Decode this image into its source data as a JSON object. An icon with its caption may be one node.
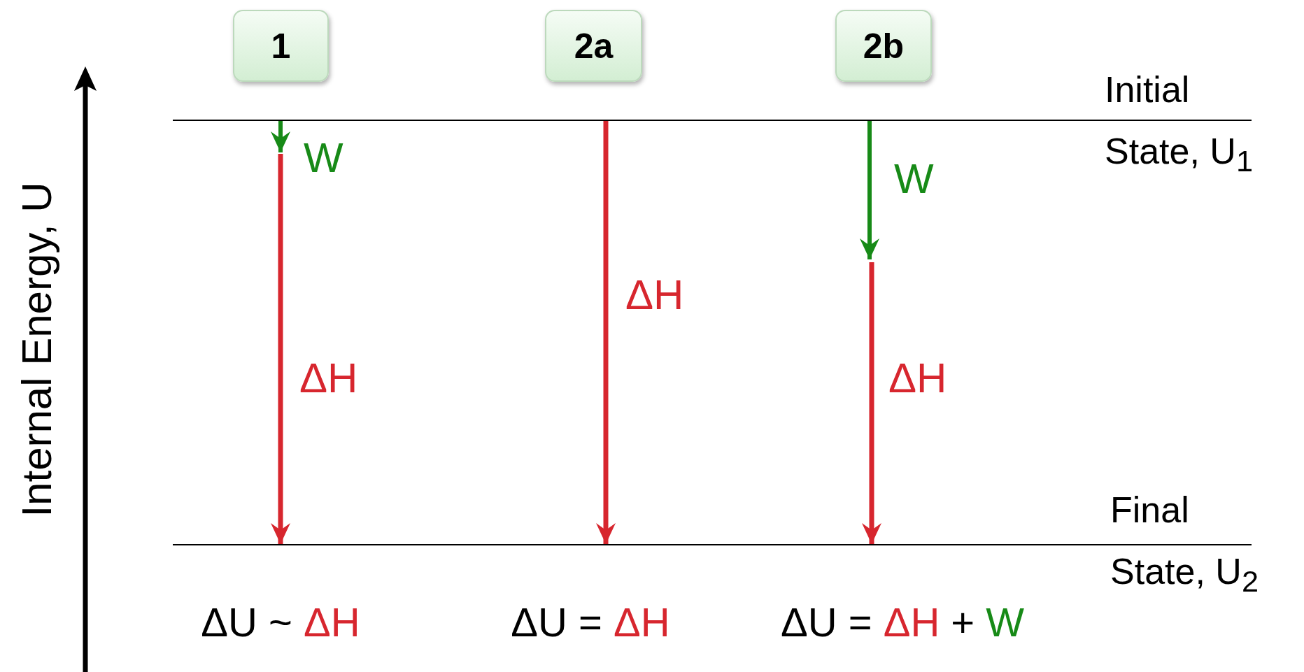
{
  "diagram": {
    "nodes": [
      {
        "text": [
          "1"
        ]
      },
      {
        "text": [
          "2a"
        ]
      },
      {
        "text": [
          "2b"
        ]
      },
      {
        "text": [],
        "shape": "bar",
        "beside": [
          "Initial State, U$_{1}$"
        ]
      },
      {
        "text": [],
        "shape": "bar",
        "beside": [
          "Final State, U$_{2}$"
        ]
      }
    ],
    "edges": [
      {
        "from": 3,
        "to": null,
        "arrow": "to",
        "label": "W",
        "color": "#178a17"
      },
      {
        "from": null,
        "to": 4,
        "arrow": "to",
        "label": "ΔH"
      },
      {
        "from": 3,
        "to": 4,
        "arrow": "to",
        "label": "ΔH"
      },
      {
        "from": 3,
        "to": null,
        "arrow": "to",
        "label": "W",
        "color": "#178a17"
      },
      {
        "from": null,
        "to": 4,
        "arrow": "to",
        "label": "ΔH"
      }
    ],
    "labels": [
      "Internal Energy, U",
      "ΔU ~",
      "ΔH",
      "ΔU =",
      "ΔH",
      "ΔU =",
      "ΔH",
      "+",
      "W"
    ]
  }
}
